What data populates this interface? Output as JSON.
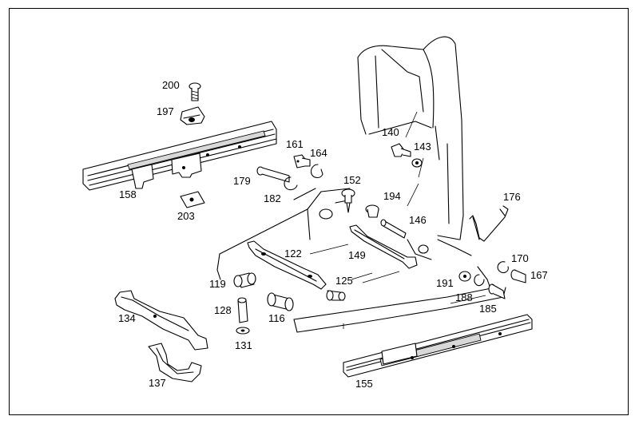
{
  "diagram": {
    "labels": [
      {
        "id": "200",
        "text": "200"
      },
      {
        "id": "197",
        "text": "197"
      },
      {
        "id": "158",
        "text": "158"
      },
      {
        "id": "203",
        "text": "203"
      },
      {
        "id": "161",
        "text": "161"
      },
      {
        "id": "164",
        "text": "164"
      },
      {
        "id": "179",
        "text": "179"
      },
      {
        "id": "182",
        "text": "182"
      },
      {
        "id": "152",
        "text": "152"
      },
      {
        "id": "140",
        "text": "140"
      },
      {
        "id": "143",
        "text": "143"
      },
      {
        "id": "194",
        "text": "194"
      },
      {
        "id": "146",
        "text": "146"
      },
      {
        "id": "176",
        "text": "176"
      },
      {
        "id": "122",
        "text": "122"
      },
      {
        "id": "149",
        "text": "149"
      },
      {
        "id": "125",
        "text": "125"
      },
      {
        "id": "119",
        "text": "119"
      },
      {
        "id": "128",
        "text": "128"
      },
      {
        "id": "116",
        "text": "116"
      },
      {
        "id": "131",
        "text": "131"
      },
      {
        "id": "134",
        "text": "134"
      },
      {
        "id": "137",
        "text": "137"
      },
      {
        "id": "155",
        "text": "155"
      },
      {
        "id": "191",
        "text": "191"
      },
      {
        "id": "188",
        "text": "188"
      },
      {
        "id": "185",
        "text": "185"
      },
      {
        "id": "170",
        "text": "170"
      },
      {
        "id": "167",
        "text": "167"
      }
    ]
  }
}
